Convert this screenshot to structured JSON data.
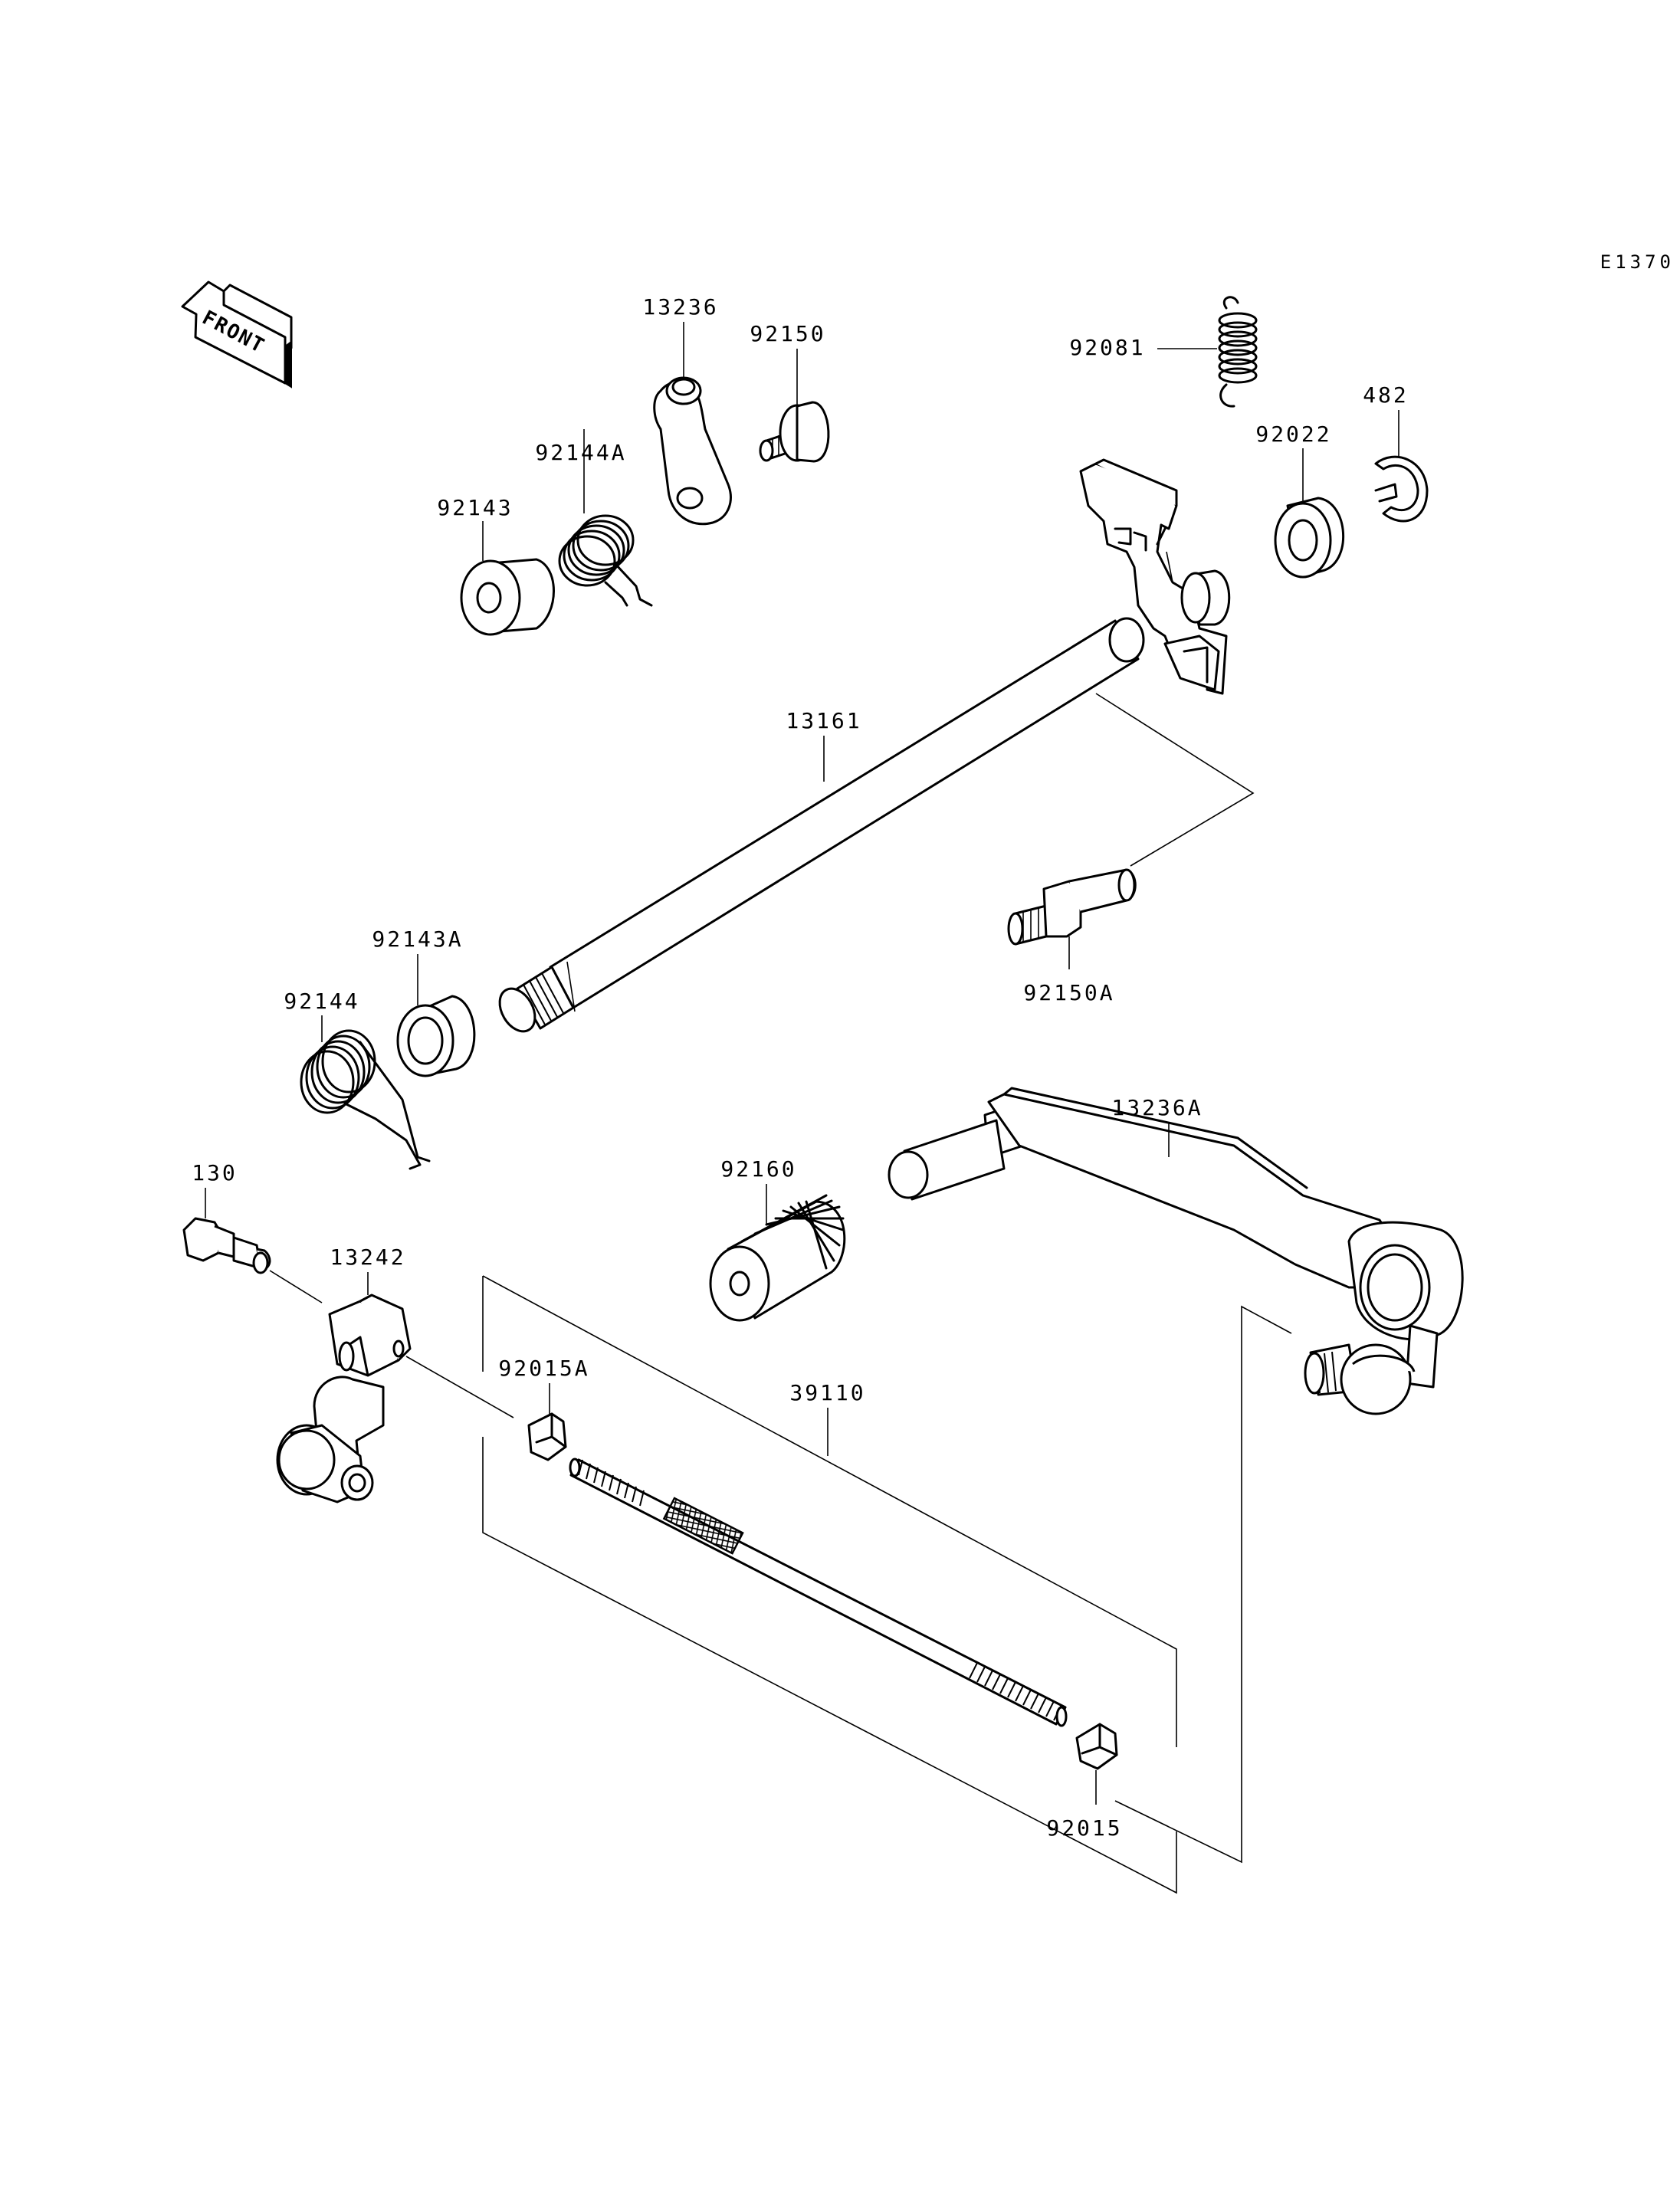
{
  "diagram_code": "E1370",
  "direction_arrow": {
    "label": "FRONT",
    "icon": "front-arrow-icon"
  },
  "parts": [
    {
      "id": "13236",
      "label": "13236"
    },
    {
      "id": "92150",
      "label": "92150"
    },
    {
      "id": "92081",
      "label": "92081"
    },
    {
      "id": "482",
      "label": "482"
    },
    {
      "id": "92144A",
      "label": "92144A"
    },
    {
      "id": "92022",
      "label": "92022"
    },
    {
      "id": "92143",
      "label": "92143"
    },
    {
      "id": "13161",
      "label": "13161"
    },
    {
      "id": "92143A",
      "label": "92143A"
    },
    {
      "id": "92144",
      "label": "92144"
    },
    {
      "id": "92150A",
      "label": "92150A"
    },
    {
      "id": "13236A",
      "label": "13236A"
    },
    {
      "id": "130",
      "label": "130"
    },
    {
      "id": "92160",
      "label": "92160"
    },
    {
      "id": "13242",
      "label": "13242"
    },
    {
      "id": "92015A",
      "label": "92015A"
    },
    {
      "id": "39110",
      "label": "39110"
    },
    {
      "id": "92015",
      "label": "92015"
    }
  ]
}
